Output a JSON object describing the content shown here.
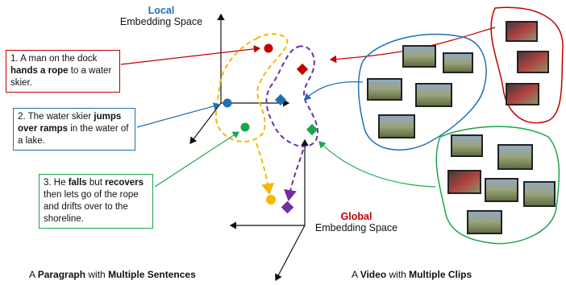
{
  "local_label": {
    "title": "Local",
    "subtitle": "Embedding Space"
  },
  "global_label": {
    "title": "Global",
    "subtitle": "Embedding Space"
  },
  "sentences": [
    {
      "id": 1,
      "parts": [
        {
          "text": "1. A man on the dock ",
          "bold": false
        },
        {
          "text": "hands a rope",
          "bold": true
        },
        {
          "text": " to a water skier.",
          "bold": false
        }
      ]
    },
    {
      "id": 2,
      "parts": [
        {
          "text": "2. The water skier ",
          "bold": false
        },
        {
          "text": "jumps over ramps",
          "bold": true
        },
        {
          "text": " in the water of a lake.",
          "bold": false
        }
      ]
    },
    {
      "id": 3,
      "parts": [
        {
          "text": "3. He ",
          "bold": false
        },
        {
          "text": "falls",
          "bold": true
        },
        {
          "text": " but ",
          "bold": false
        },
        {
          "text": "recovers",
          "bold": true
        },
        {
          "text": " then lets go of the rope and drifts over to the shoreline.",
          "bold": false
        }
      ]
    }
  ],
  "caption_left": {
    "a": "A ",
    "b": "Paragraph",
    "c": " with ",
    "d": "Multiple Sentences"
  },
  "caption_right": {
    "a": "A ",
    "b": "Video",
    "c": " with ",
    "d": "Multiple Clips"
  },
  "colors": {
    "red": "#c00000",
    "blue": "#1f6fb4",
    "green": "#1aa64a",
    "yellow": "#f5b800",
    "purple": "#7030a0"
  },
  "clips": [
    {
      "cluster": "red",
      "icon": "video-frame"
    },
    {
      "cluster": "blue",
      "icon": "video-frame"
    },
    {
      "cluster": "green",
      "icon": "video-frame"
    }
  ]
}
